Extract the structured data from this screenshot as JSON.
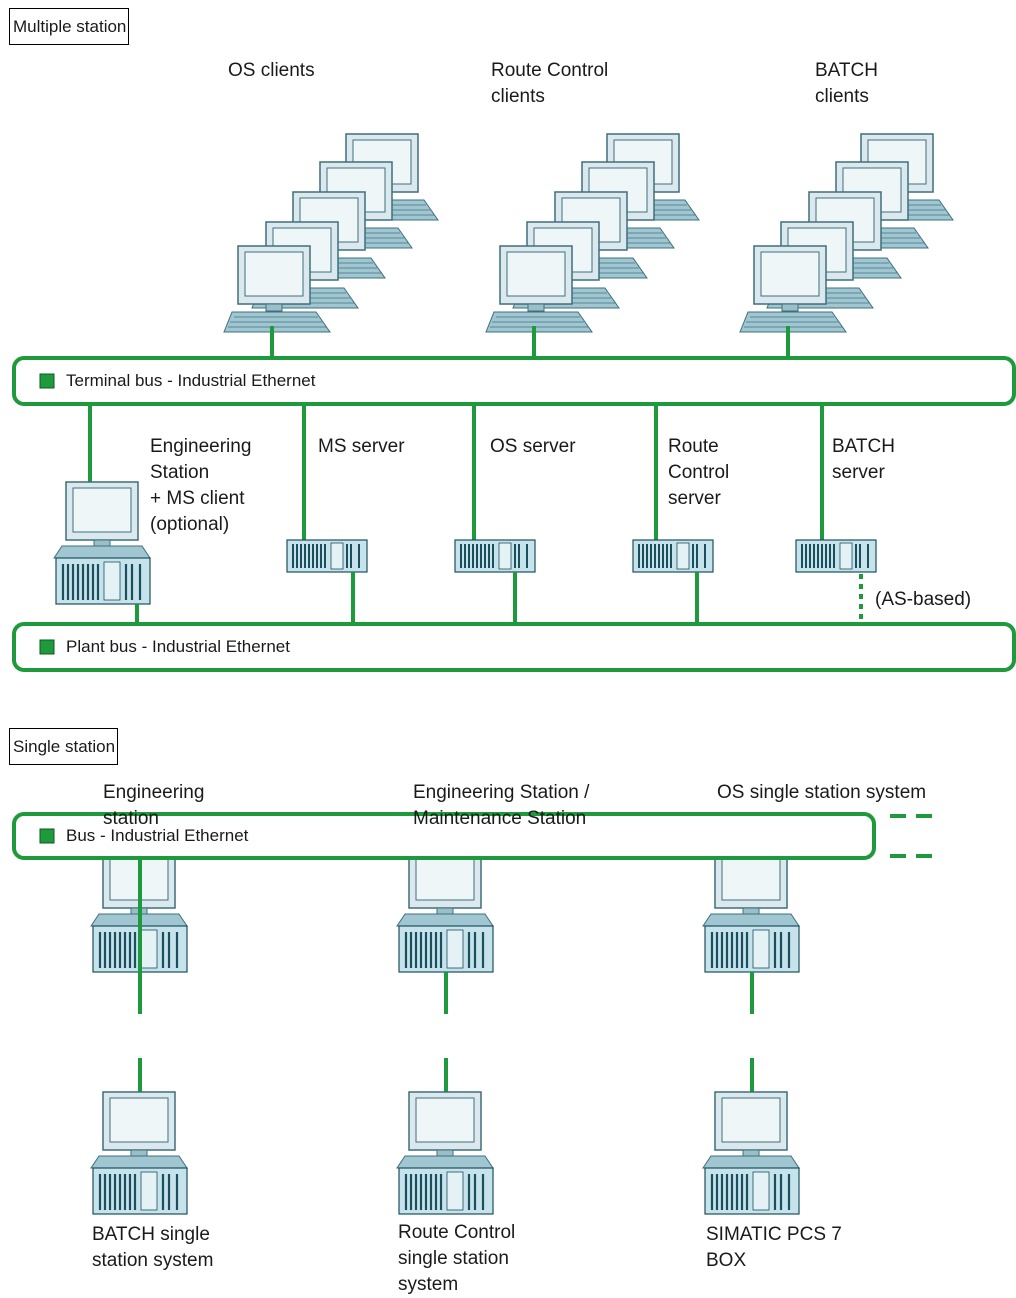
{
  "multiple_station": {
    "title": "Multiple station",
    "client_groups": [
      "OS clients",
      "Route Control\nclients",
      "BATCH\nclients"
    ],
    "terminal_bus": "Terminal bus - Industrial Ethernet",
    "engineering_station": "Engineering\nStation\n+ MS client\n(optional)",
    "servers": [
      "MS server",
      "OS server",
      "Route\nControl\nserver",
      "BATCH\nserver"
    ],
    "as_based": "(AS-based)",
    "plant_bus": "Plant bus - Industrial Ethernet"
  },
  "single_station": {
    "title": "Single station",
    "top_stations": [
      "Engineering\nstation",
      "Engineering Station /\nMaintenance Station",
      "OS single station system"
    ],
    "bus": "Bus - Industrial Ethernet",
    "bottom_stations": [
      "BATCH single\nstation system",
      "Route Control\nsingle station\nsystem",
      "SIMATIC PCS 7\nBOX"
    ]
  },
  "colors": {
    "bus_green": "#1e9a3c",
    "bus_marker": "#1e9a3c",
    "device_fill": "#c6e2ea",
    "device_dark": "#1b4f5e"
  }
}
